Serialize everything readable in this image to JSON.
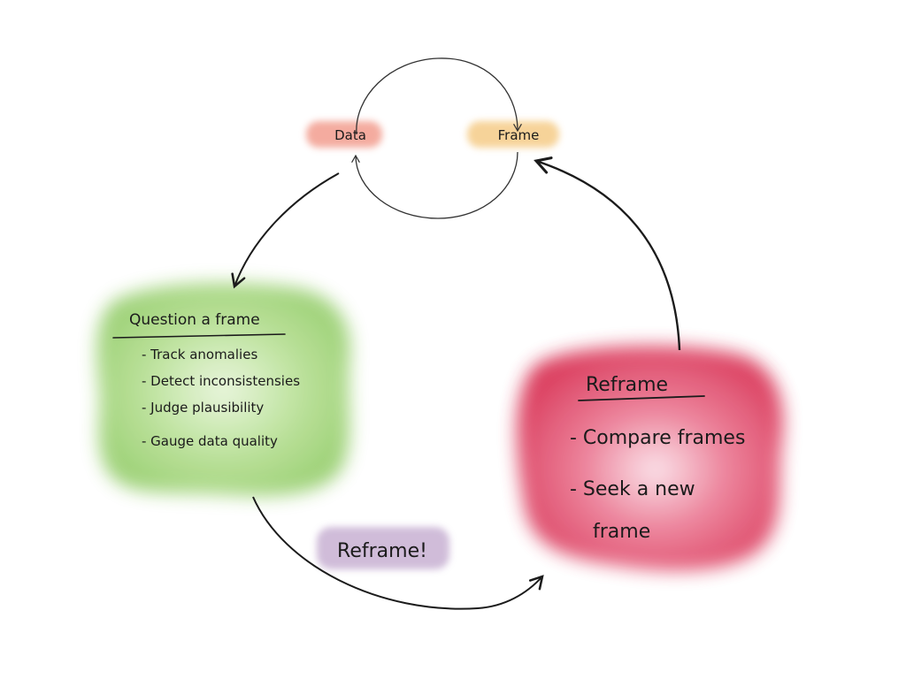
{
  "cycle": {
    "data_label": "Data",
    "frame_label": "Frame"
  },
  "question": {
    "title": "Question a frame",
    "items": [
      "- Track anomalies",
      "- Detect inconsistensies",
      "- Judge plausibility",
      "- Gauge data quality"
    ]
  },
  "reframe": {
    "title": "Reframe",
    "items": [
      "- Compare frames",
      "- Seek a new",
      "frame"
    ]
  },
  "reframe_tag": "Reframe!",
  "colors": {
    "question_blob": "#9fd37a",
    "reframe_blob": "#e2405f",
    "data_chip": "#f3a395",
    "frame_chip": "#f6cf8e",
    "reframe_tag": "#c8b1d3",
    "ink": "#1b1b1b"
  }
}
